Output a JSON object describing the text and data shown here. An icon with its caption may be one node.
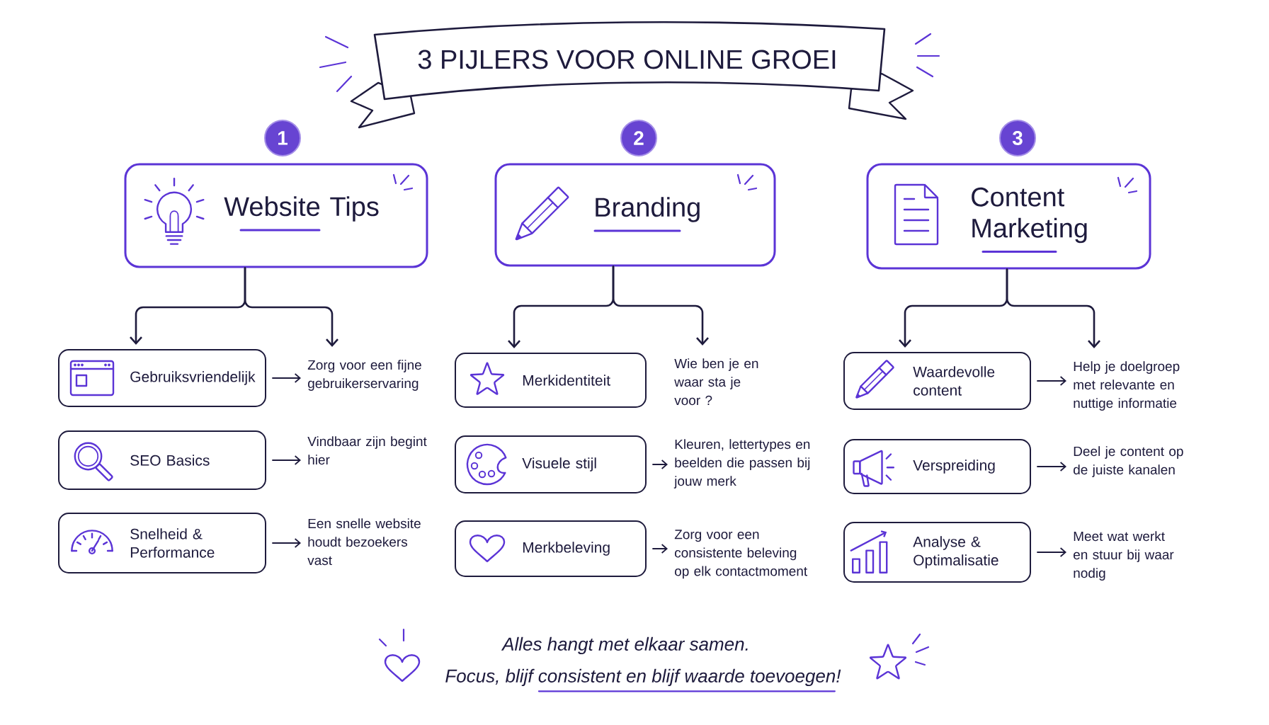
{
  "diagram": {
    "title": "3 PIJLERS VOOR ONLINE GROEI",
    "nodes": [
      {
        "text": [
          "1"
        ]
      },
      {
        "text": [
          "Website Tips"
        ]
      },
      {
        "text": [
          "Gebruiksvriendelijk"
        ]
      },
      {
        "text": [
          "Zorg voor een fijne gebruikerservaring"
        ]
      },
      {
        "text": [
          "SEO Basics"
        ]
      },
      {
        "text": [
          "Vindbaar zijn begint hier"
        ]
      },
      {
        "text": [
          "Snelheid & Performance"
        ]
      },
      {
        "text": [
          "Een snelle website houdt bezoekers vast"
        ]
      },
      {
        "text": [
          "2"
        ]
      },
      {
        "text": [
          "Branding"
        ]
      },
      {
        "text": [
          "Merkidentiteit"
        ]
      },
      {
        "text": [
          "Wie ben je en waar sta je voor ?"
        ]
      },
      {
        "text": [
          "Visuele stijl"
        ]
      },
      {
        "text": [
          "Kleuren, lettertypes en beelden die passen bij jouw merk"
        ]
      },
      {
        "text": [
          "Merkbeleving"
        ]
      },
      {
        "text": [
          "Zorg voor een consistente beleving op elk contactmoment"
        ]
      },
      {
        "text": [
          "3"
        ]
      },
      {
        "text": [
          "Content Marketing"
        ]
      },
      {
        "text": [
          "Waardevolle content"
        ]
      },
      {
        "text": [
          "Help je doelgroep met relevante en nuttige informatie"
        ]
      },
      {
        "text": [
          "Verspreiding"
        ]
      },
      {
        "text": [
          "Deel je content op de juiste kanalen"
        ]
      },
      {
        "text": [
          "Analyse & Optimalisatie"
        ]
      },
      {
        "text": [
          "Meet wat werkt en stuur bij waar nodig"
        ]
      }
    ],
    "edges": [
      {
        "from": 1,
        "to": 2,
        "arrow": "to"
      },
      {
        "from": 1,
        "to": 3,
        "arrow": "to"
      },
      {
        "from": 2,
        "to": 3,
        "arrow": "to"
      },
      {
        "from": 4,
        "to": 5,
        "arrow": "to"
      },
      {
        "from": 6,
        "to": 7,
        "arrow": "to"
      },
      {
        "from": 9,
        "to": 10,
        "arrow": "to"
      },
      {
        "from": 9,
        "to": 11,
        "arrow": "to"
      },
      {
        "from": 12,
        "to": 13,
        "arrow": "to"
      },
      {
        "from": 14,
        "to": 15,
        "arrow": "to"
      },
      {
        "from": 17,
        "to": 18,
        "arrow": "to"
      },
      {
        "from": 17,
        "to": 19,
        "arrow": "to"
      },
      {
        "from": 18,
        "to": 19,
        "arrow": "to"
      },
      {
        "from": 20,
        "to": 21,
        "arrow": "to"
      },
      {
        "from": 22,
        "to": 23,
        "arrow": "to"
      }
    ],
    "labels": [
      "Alles hangt met elkaar samen.",
      "Focus, blijf consistent en blijf waarde toevoegen!"
    ]
  }
}
